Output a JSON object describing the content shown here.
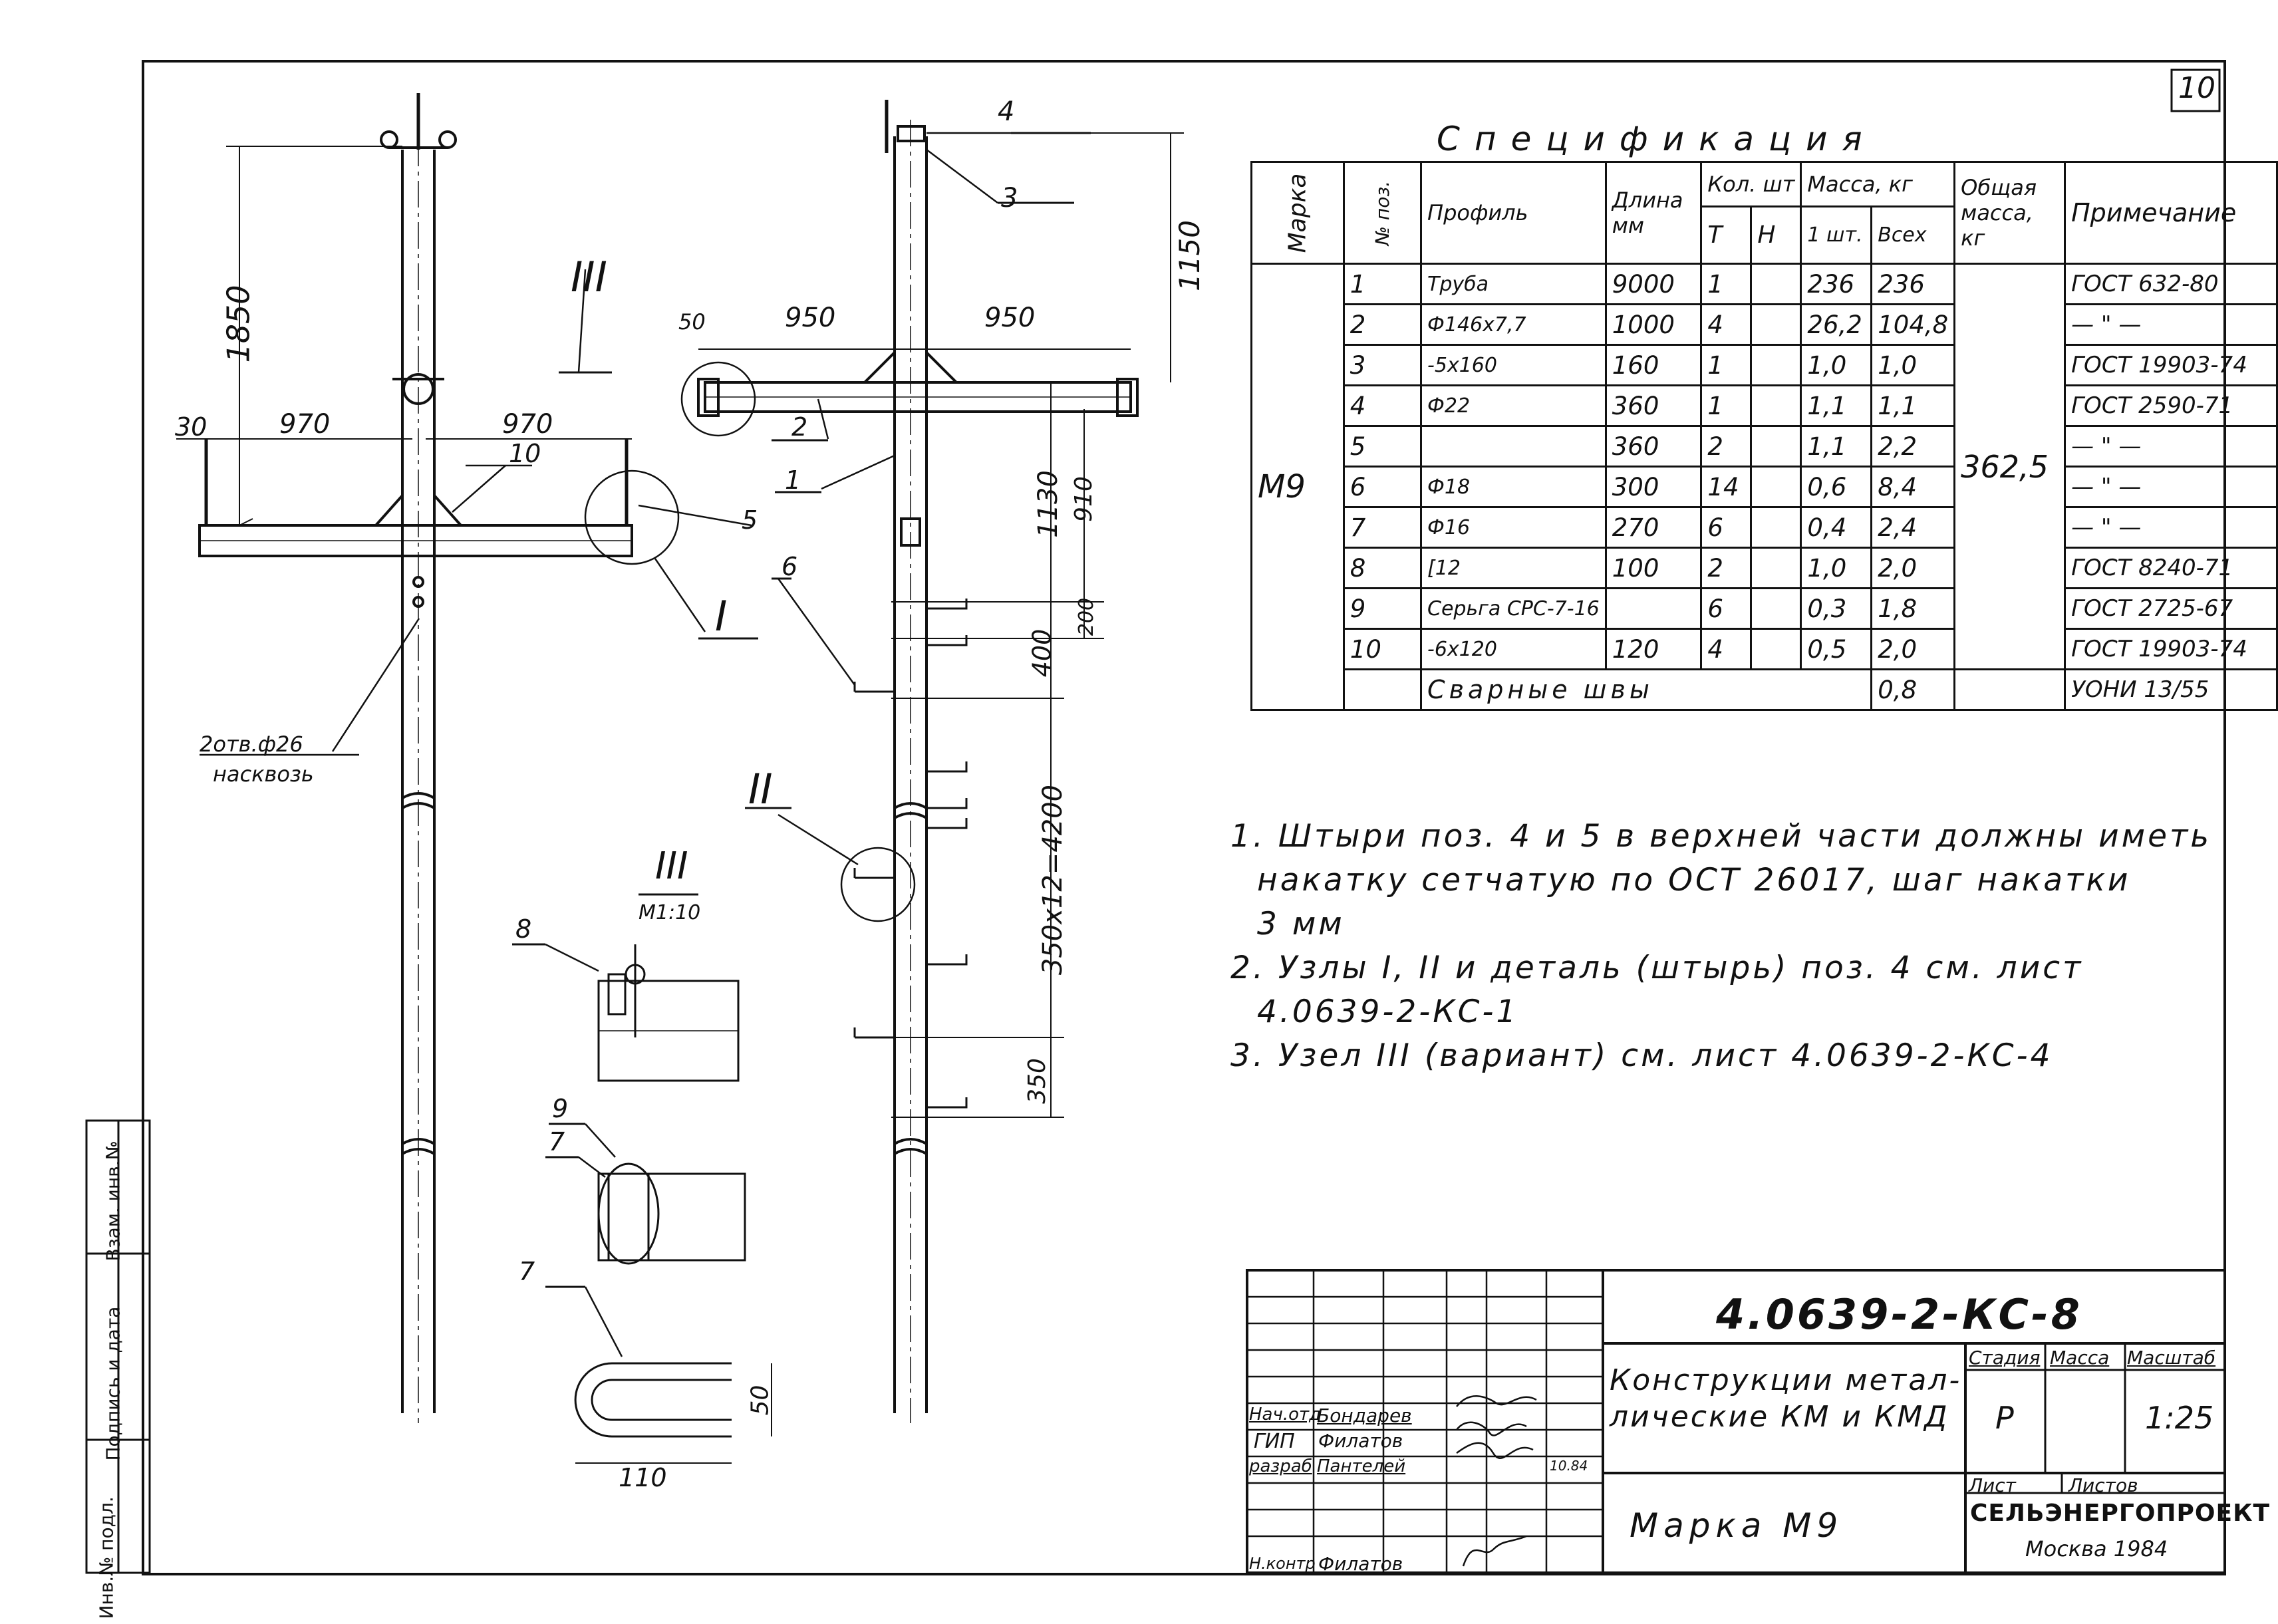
{
  "sheet": {
    "number": "10",
    "doc_code": "4.0639-2-КС-8",
    "title_line1": "Конструкции метал-",
    "title_line2": "лические КМ и КМД",
    "mark_title": "Марка М9",
    "stage_label": "Стадия",
    "mass_label": "Масса",
    "scale_label": "Масштаб",
    "stage_value": "Р",
    "scale_value": "1:25",
    "sheet_label": "Лист",
    "sheets_label": "Листов",
    "org": "СЕЛЬЭНЕРГОПРОЕКТ",
    "city_year": "Москва 1984"
  },
  "signatures": [
    {
      "role": "Нач.отд",
      "name": "Бондарев",
      "date": ""
    },
    {
      "role": "ГИП",
      "name": "Филатов",
      "date": ""
    },
    {
      "role": "разраб",
      "name": "Пантелей",
      "date": "10.84"
    },
    {
      "role": "Н.контр",
      "name": "Филатов",
      "date": ""
    }
  ],
  "side_stamp": {
    "inv_podl": "Инв.№ подл.",
    "sign_date": "Подпись и дата",
    "vzam_inv": "Взам. инв.№"
  },
  "spec": {
    "title": "Спецификация",
    "headers": {
      "mark": "Марка",
      "pos": "№ поз.",
      "profile": "Профиль",
      "length": "Длина мм",
      "qty": "Кол. шт",
      "qty_t": "Т",
      "qty_n": "Н",
      "mass": "Масса, кг",
      "mass_one": "1 шт.",
      "mass_all": "Всех",
      "total_mass": "Общая масса, кг",
      "note": "Примечание"
    },
    "mark_value": "М9",
    "total_mass_value": "362,5",
    "rows": [
      {
        "pos": "1",
        "profile": "Труба",
        "length": "9000",
        "t": "1",
        "m1": "236",
        "mall": "236",
        "note": "ГОСТ 632-80"
      },
      {
        "pos": "2",
        "profile": "Ф146х7,7",
        "length": "1000",
        "t": "4",
        "m1": "26,2",
        "mall": "104,8",
        "note": "— \" —"
      },
      {
        "pos": "3",
        "profile": "-5х160",
        "length": "160",
        "t": "1",
        "m1": "1,0",
        "mall": "1,0",
        "note": "ГОСТ 19903-74"
      },
      {
        "pos": "4",
        "profile": "Ф22",
        "length": "360",
        "t": "1",
        "m1": "1,1",
        "mall": "1,1",
        "note": "ГОСТ 2590-71"
      },
      {
        "pos": "5",
        "profile": "",
        "length": "360",
        "t": "2",
        "m1": "1,1",
        "mall": "2,2",
        "note": "— \" —"
      },
      {
        "pos": "6",
        "profile": "Ф18",
        "length": "300",
        "t": "14",
        "m1": "0,6",
        "mall": "8,4",
        "note": "— \" —"
      },
      {
        "pos": "7",
        "profile": "Ф16",
        "length": "270",
        "t": "6",
        "m1": "0,4",
        "mall": "2,4",
        "note": "— \" —"
      },
      {
        "pos": "8",
        "profile": "[12",
        "length": "100",
        "t": "2",
        "m1": "1,0",
        "mall": "2,0",
        "note": "ГОСТ 8240-71"
      },
      {
        "pos": "9",
        "profile": "Серьга СРС-7-16",
        "length": "",
        "t": "6",
        "m1": "0,3",
        "mall": "1,8",
        "note": "ГОСТ 2725-67"
      },
      {
        "pos": "10",
        "profile": "-6х120",
        "length": "120",
        "t": "4",
        "m1": "0,5",
        "mall": "2,0",
        "note": "ГОСТ 19903-74"
      }
    ],
    "welds_label": "Сварные швы",
    "welds_mass": "0,8",
    "welds_note": "УОНИ 13/55"
  },
  "notes": [
    "1. Штыри поз. 4 и 5 в верхней части должны иметь",
    "накатку сетчатую по ОСТ 26017, шаг накатки",
    "3 мм",
    "2. Узлы I, II и деталь (штырь) поз. 4 см. лист",
    "4.0639-2-КС-1",
    "3. Узел III (вариант) см. лист 4.0639-2-КС-4"
  ],
  "drawing": {
    "dims": {
      "d1850": "1850",
      "d30": "30",
      "d970a": "970",
      "d970b": "970",
      "d50": "50",
      "d950a": "950",
      "d950b": "950",
      "d1150": "1150",
      "d1130": "1130",
      "d910": "910",
      "d200": "200",
      "d400": "400",
      "d4200": "350х12=4200",
      "d350": "350",
      "u50": "50",
      "u110": "110"
    },
    "holes_note_1": "2отв.ф26",
    "holes_note_2": "насквозь",
    "node_I": "I",
    "node_II": "II",
    "node_III": "III",
    "detail_title": "III",
    "detail_scale": "М1:10",
    "pos_labels": [
      "1",
      "2",
      "3",
      "4",
      "5",
      "6",
      "7",
      "7",
      "8",
      "9",
      "10"
    ]
  }
}
